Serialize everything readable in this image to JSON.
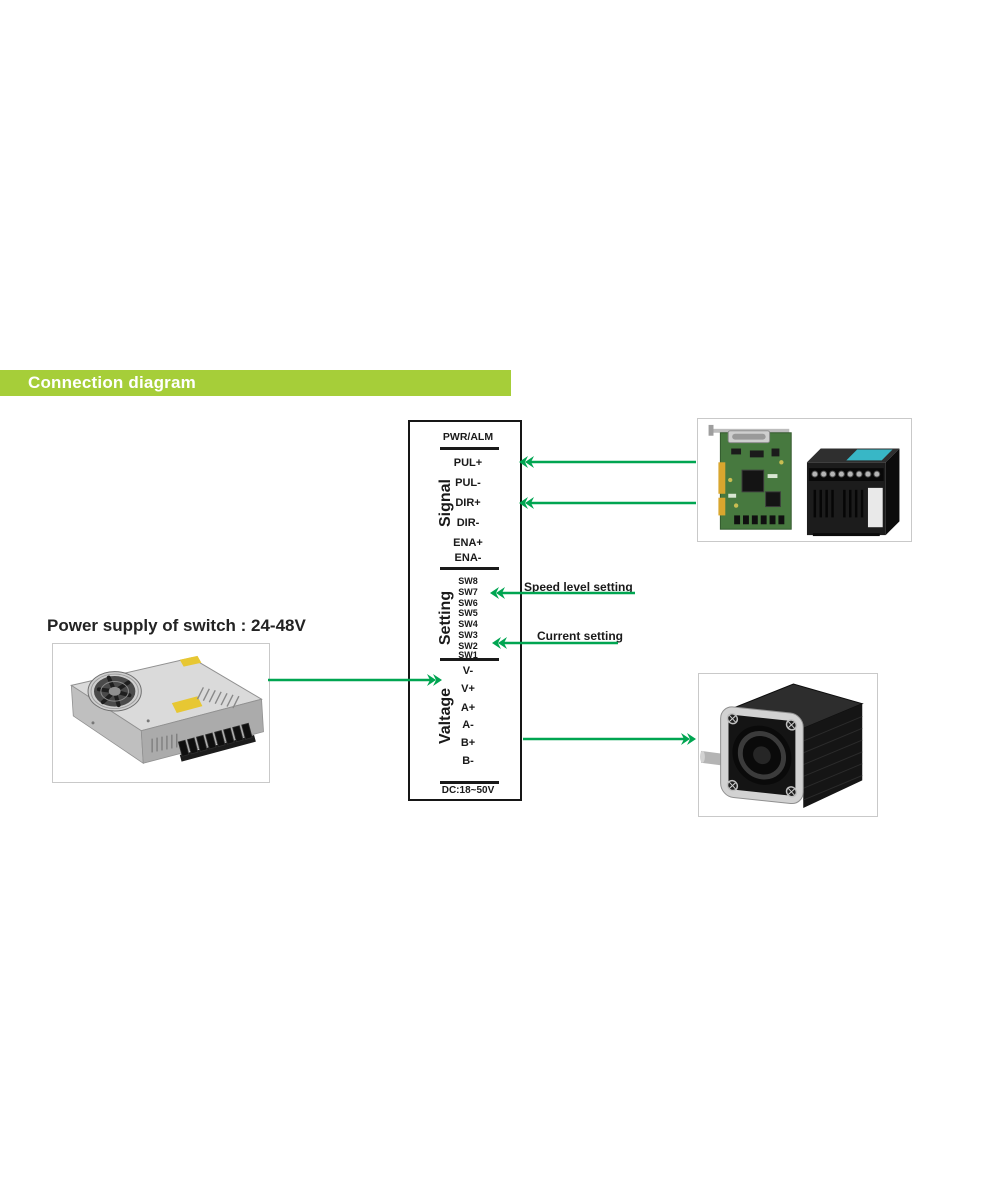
{
  "header": {
    "title": "Connection diagram"
  },
  "colors": {
    "header_bg": "#a6ce39",
    "arrow_green": "#00a551",
    "text_dark": "#1a1a1a",
    "frame_border": "#c9c9c9"
  },
  "power_supply": {
    "caption": "Power supply of switch : 24-48V",
    "image": "switching-power-supply-photo"
  },
  "driver": {
    "top_pin": "PWR/ALM",
    "rating": "DC:18~50V",
    "sections": [
      {
        "label": "Signal",
        "pins": [
          "PUL+",
          "PUL-",
          "DIR+",
          "DIR-",
          "ENA+",
          "ENA-"
        ]
      },
      {
        "label": "Setting",
        "pins": [
          "SW8",
          "SW7",
          "SW6",
          "SW5",
          "SW4",
          "SW3",
          "SW2",
          "SW1"
        ]
      },
      {
        "label": "Valtage",
        "pins": [
          "V-",
          "V+",
          "A+",
          "A-",
          "B+",
          "B-"
        ]
      }
    ]
  },
  "annotations": {
    "speed": "Speed level setting",
    "current": "Current setting"
  },
  "images": {
    "controller": "motion-control-card-and-plc-photo",
    "motor": "stepper-motor-photo"
  }
}
